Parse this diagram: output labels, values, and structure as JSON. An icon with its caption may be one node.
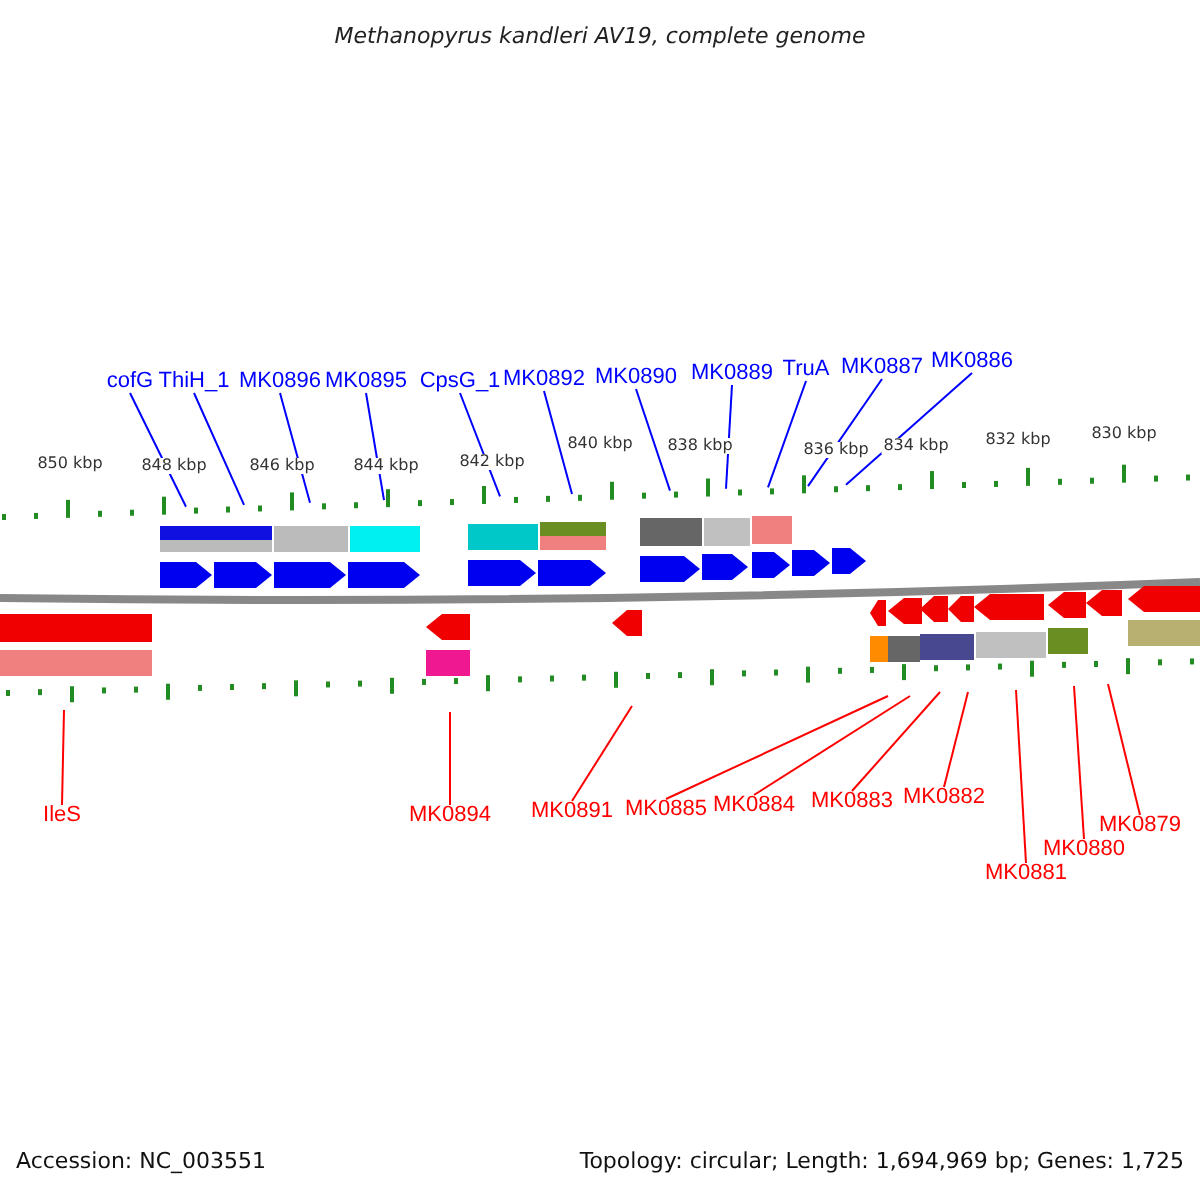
{
  "diagram": {
    "title": "Methanopyrus kandleri AV19, complete genome",
    "nodes": [
      {
        "text": [
          "cofG"
        ]
      },
      {
        "text": [
          "ThiH_1"
        ]
      },
      {
        "text": [
          "MK0896"
        ]
      },
      {
        "text": [
          "MK0895"
        ]
      },
      {
        "text": [
          "CpsG_1"
        ]
      },
      {
        "text": [
          "MK0892"
        ]
      },
      {
        "text": [
          "MK0890"
        ]
      },
      {
        "text": [
          "MK0889"
        ]
      },
      {
        "text": [
          "TruA"
        ]
      },
      {
        "text": [
          "MK0887"
        ]
      },
      {
        "text": [
          "MK0886"
        ]
      },
      {
        "text": [
          "IleS"
        ]
      },
      {
        "text": [
          "MK0894"
        ]
      },
      {
        "text": [
          "MK0891"
        ]
      },
      {
        "text": [
          "MK0885"
        ]
      },
      {
        "text": [
          "MK0884"
        ]
      },
      {
        "text": [
          "MK0883"
        ]
      },
      {
        "text": [
          "MK0882"
        ]
      },
      {
        "text": [
          "MK0881"
        ]
      },
      {
        "text": [
          "MK0880"
        ]
      },
      {
        "text": [
          "MK0879"
        ]
      }
    ],
    "edges": [
      {
        "from": 0,
        "to": null,
        "arrow": "none"
      },
      {
        "from": 1,
        "to": null,
        "arrow": "none"
      },
      {
        "from": 2,
        "to": null,
        "arrow": "none"
      },
      {
        "from": 3,
        "to": null,
        "arrow": "none"
      },
      {
        "from": 4,
        "to": null,
        "arrow": "none"
      },
      {
        "from": 5,
        "to": null,
        "arrow": "none"
      },
      {
        "from": 6,
        "to": null,
        "arrow": "none"
      },
      {
        "from": 7,
        "to": null,
        "arrow": "none"
      },
      {
        "from": 8,
        "to": null,
        "arrow": "none"
      },
      {
        "from": 9,
        "to": null,
        "arrow": "none"
      },
      {
        "from": 10,
        "to": null,
        "arrow": "none"
      },
      {
        "from": 11,
        "to": null,
        "arrow": "none",
        "color": "#ff0000"
      },
      {
        "from": 12,
        "to": null,
        "arrow": "none",
        "color": "#ff0000"
      },
      {
        "from": 13,
        "to": null,
        "arrow": "none",
        "color": "#ff0000"
      },
      {
        "from": 14,
        "to": null,
        "arrow": "none",
        "color": "#ff0000"
      },
      {
        "from": 15,
        "to": null,
        "arrow": "none",
        "color": "#ff0000"
      },
      {
        "from": 16,
        "to": null,
        "arrow": "none",
        "color": "#ff0000"
      },
      {
        "from": 17,
        "to": null,
        "arrow": "none",
        "color": "#ff0000"
      },
      {
        "from": 18,
        "to": null,
        "arrow": "none",
        "color": "#ff0000"
      },
      {
        "from": 19,
        "to": null,
        "arrow": "none",
        "color": "#ff0000"
      },
      {
        "from": 20,
        "to": null,
        "arrow": "none",
        "color": "#ff0000"
      }
    ],
    "labels": [
      "850 kbp",
      "848 kbp",
      "846 kbp",
      "844 kbp",
      "842 kbp",
      "840 kbp",
      "838 kbp",
      "836 kbp",
      "834 kbp",
      "832 kbp",
      "830 kbp",
      "Accession: NC_003551",
      "Topology: circular; Length: 1,694,969 bp; Genes: 1,725"
    ]
  }
}
